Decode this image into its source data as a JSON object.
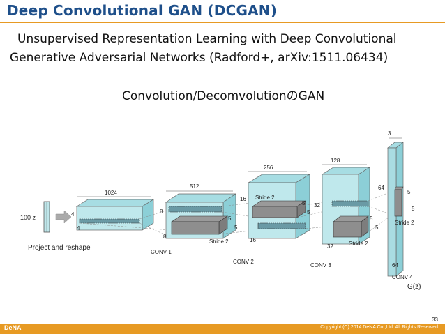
{
  "slide": {
    "title": "Deep Convolutional GAN (DCGAN)",
    "subtitle_line1": "Unsupervised Representation Learning with Deep Convolutional",
    "subtitle_line2": "Generative Adversarial Networks (Radford+, arXiv:1511.06434)",
    "subtitle_line3": "Convolution/DecomvolutionのGAN",
    "page_number": "33",
    "logo_text": "DeNA",
    "copyright": "Copyright (C) 2014 DeNA Co.,Ltd. All Rights Reserved."
  },
  "diagram": {
    "input_label": "100 z",
    "project_label": "Project and reshape",
    "block1": {
      "channels": "1024",
      "h": "4",
      "w": "4"
    },
    "conv1": {
      "label": "CONV 1",
      "channels": "512",
      "h": "8",
      "w": "8",
      "kernel_a": "5",
      "kernel_b": "5",
      "stride": "Stride 2"
    },
    "conv2": {
      "label": "CONV 2",
      "channels": "256",
      "h": "16",
      "w": "16",
      "kernel_a": "5",
      "kernel_b": "5",
      "stride": "Stride 2"
    },
    "conv3": {
      "label": "CONV 3",
      "channels": "128",
      "h": "32",
      "w": "32",
      "kernel_a": "5",
      "kernel_b": "5",
      "stride": "Stride 2"
    },
    "conv4": {
      "label": "CONV 4",
      "channels": "3",
      "h": "64",
      "w": "64",
      "kernel_a": "5",
      "kernel_b": "5",
      "stride": "Stride 2"
    },
    "output_label": "G(z)"
  }
}
